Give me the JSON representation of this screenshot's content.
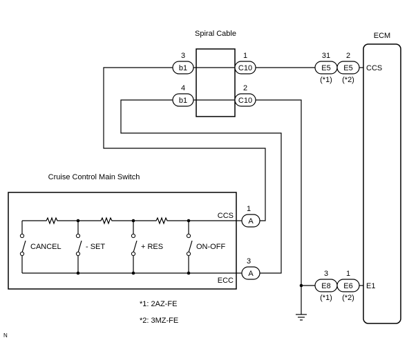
{
  "titles": {
    "spiral_cable": "Spiral Cable",
    "ecm": "ECM",
    "main_switch": "Cruise Control Main Switch"
  },
  "connectors": {
    "b1_top": {
      "label": "b1",
      "pin": "3"
    },
    "b1_bot": {
      "label": "b1",
      "pin": "4"
    },
    "c10_top": {
      "label": "C10",
      "pin": "1"
    },
    "c10_bot": {
      "label": "C10",
      "pin": "2"
    },
    "e5_a": {
      "label": "E5",
      "pin": "31",
      "variant": "(*1)"
    },
    "e5_b": {
      "label": "E5",
      "pin": "2",
      "variant": "(*2)"
    },
    "e8": {
      "label": "E8",
      "pin": "3",
      "variant": "(*1)"
    },
    "e6": {
      "label": "E6",
      "pin": "1",
      "variant": "(*2)"
    },
    "a_ccs": {
      "label": "A",
      "pin": "1"
    },
    "a_ecc": {
      "label": "A",
      "pin": "3"
    }
  },
  "terminals": {
    "ccs_ecm": "CCS",
    "e1_ecm": "E1",
    "ccs_switch": "CCS",
    "ecc_switch": "ECC"
  },
  "switches": [
    "CANCEL",
    "- SET",
    "+ RES",
    "ON-OFF"
  ],
  "footnotes": [
    "*1: 2AZ-FE",
    "*2: 3MZ-FE"
  ],
  "corner_mark": "N"
}
